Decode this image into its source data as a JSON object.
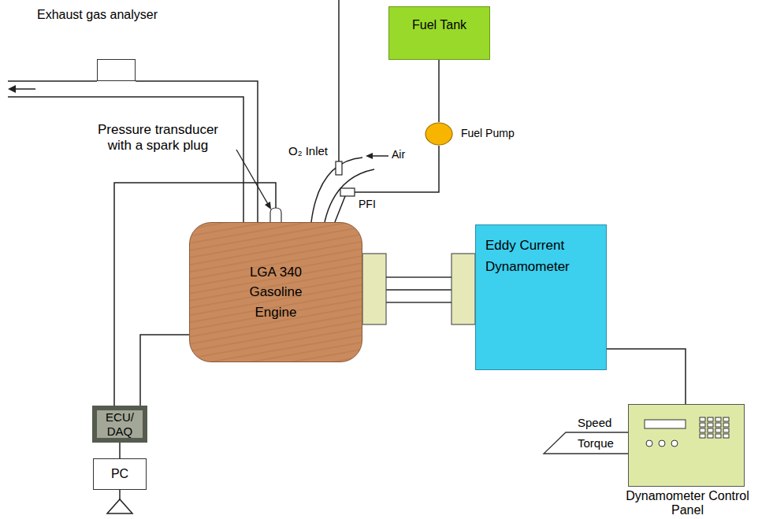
{
  "diagram": {
    "nodes": [
      {
        "text": [
          "Exhaust gas analyser"
        ]
      },
      {
        "text": [
          "Fuel Tank"
        ]
      },
      {
        "text": [
          "Fuel Pump"
        ]
      },
      {
        "text": [
          "LGA 340 Gasoline Engine"
        ]
      },
      {
        "text": [
          "Eddy Current Dynamometer"
        ]
      },
      {
        "text": [
          "ECU/ DAQ"
        ]
      },
      {
        "text": [
          "PC"
        ]
      },
      {
        "text": [
          "Dynamometer Control Panel"
        ]
      }
    ],
    "edges": [
      {
        "from": 3,
        "to": 0,
        "arrow": "none"
      },
      {
        "from": 1,
        "to": 2,
        "arrow": "none"
      },
      {
        "from": 2,
        "to": 3,
        "arrow": "none"
      },
      {
        "from": 3,
        "to": 4,
        "arrow": "none"
      },
      {
        "from": 4,
        "to": 7,
        "arrow": "none"
      },
      {
        "from": 5,
        "to": 3,
        "arrow": "none"
      },
      {
        "from": 5,
        "to": 3,
        "arrow": "none"
      },
      {
        "from": 5,
        "to": 6,
        "arrow": "none"
      }
    ],
    "labels": [
      "Pressure transducer with a spark plug",
      "O₂ Inlet",
      "Air",
      "PFI",
      "Speed",
      "Torque"
    ]
  }
}
